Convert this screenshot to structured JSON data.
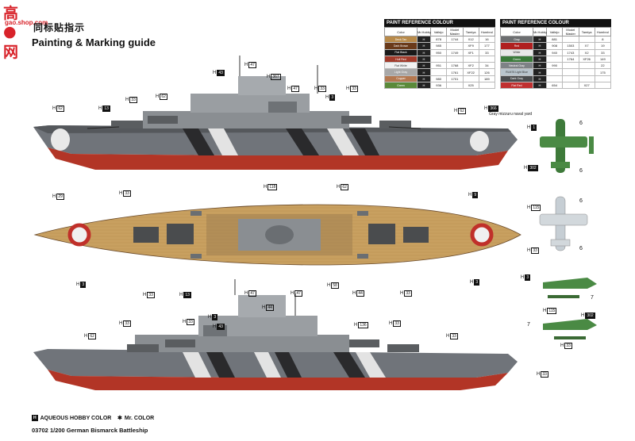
{
  "watermark": {
    "main": "高●网",
    "sub": "gao.shop.com"
  },
  "header": {
    "title_cn": "同标贴指示",
    "title_en": "Painting & Marking guide"
  },
  "ref_title": "PAINT REFERENCE COLOUR",
  "ref_columns": [
    "Color",
    "Mr.Hobby",
    "Vallejo",
    "Model Master",
    "Tamiya",
    "Humbrol"
  ],
  "ref_left": [
    {
      "name": "Deck Tan",
      "hex": "#b88a4a",
      "hobby": "H",
      "mr": "",
      "v": "878",
      "mm": "1744",
      "t": "X12",
      "h": "16"
    },
    {
      "name": "Dark Brown",
      "hex": "#6a3a1a",
      "hobby": "H",
      "mr": "",
      "v": "985",
      "mm": "",
      "t": "XF9",
      "h": "177"
    },
    {
      "name": "Flat Black",
      "hex": "#1a1a1a",
      "hobby": "H",
      "mr": "",
      "v": "950",
      "mm": "1749",
      "t": "XF1",
      "h": "33"
    },
    {
      "name": "Hull Red",
      "hex": "#a13a2a",
      "hobby": "H",
      "mr": "",
      "v": "",
      "mm": "",
      "t": "",
      "h": ""
    },
    {
      "name": "Flat White",
      "hex": "#f2f2f2",
      "hobby": "H",
      "mr": "",
      "v": "951",
      "mm": "1768",
      "t": "XF2",
      "h": "34"
    },
    {
      "name": "Light Gray",
      "hex": "#a8a8a8",
      "hobby": "H",
      "mr": "",
      "v": "",
      "mm": "1761",
      "t": "XF22",
      "h": "126"
    },
    {
      "name": "Copper",
      "hex": "#b47850",
      "hobby": "H",
      "mr": "",
      "v": "980",
      "mm": "1701",
      "t": "",
      "h": "189"
    },
    {
      "name": "Green",
      "hex": "#5a8a3a",
      "hobby": "H",
      "mr": "",
      "v": "936",
      "mm": "",
      "t": "X25",
      "h": ""
    }
  ],
  "ref_right": [
    {
      "name": "Gray",
      "hex": "#6c6e70",
      "hobby": "H",
      "mr": "",
      "v": "881",
      "mm": "",
      "t": "",
      "h": "8"
    },
    {
      "name": "Red",
      "hex": "#b02020",
      "hobby": "H",
      "mr": "",
      "v": "908",
      "mm": "1503",
      "t": "X7",
      "h": "19"
    },
    {
      "name": "White",
      "hex": "#e8e8e8",
      "hobby": "H",
      "mr": "",
      "v": "940",
      "mm": "1743",
      "t": "X2",
      "h": "33"
    },
    {
      "name": "Green",
      "hex": "#3a7a3a",
      "hobby": "H",
      "mr": "",
      "v": "",
      "mm": "1764",
      "t": "XF26",
      "h": "149"
    },
    {
      "name": "Neutral Gray",
      "hex": "#7e8286",
      "hobby": "H",
      "mr": "",
      "v": "990",
      "mm": "",
      "t": "",
      "h": "22"
    },
    {
      "name": "RLM76 Light Blue",
      "hex": "#b8c4cc",
      "hobby": "H",
      "mr": "",
      "v": "",
      "mm": "",
      "t": "",
      "h": "175"
    },
    {
      "name": "Dark Gray",
      "hex": "#4a4c4e",
      "hobby": "H",
      "mr": "",
      "v": "",
      "mm": "",
      "t": "",
      "h": ""
    },
    {
      "name": "Flat Red",
      "hex": "#c03030",
      "hobby": "H",
      "mr": "",
      "v": "654",
      "mm": "",
      "t": "X27",
      "h": ""
    }
  ],
  "callouts": {
    "a": {
      "h": "H",
      "n": "62"
    },
    "b": {
      "h": "H",
      "n": "13"
    },
    "c": {
      "h": "H",
      "n": "33"
    },
    "d": {
      "h": "H",
      "n": "43"
    },
    "e": {
      "h": "H",
      "n": "47"
    },
    "f": {
      "h": "H",
      "n": "367"
    },
    "g": {
      "h": "H",
      "n": "3"
    },
    "i": {
      "h": "H",
      "n": "29"
    },
    "j": {
      "h": "H",
      "n": "9"
    },
    "k": {
      "h": "H",
      "n": "118"
    },
    "l": {
      "h": "H",
      "n": "58"
    },
    "m": {
      "h": "H",
      "n": "44"
    },
    "n": {
      "h": "H",
      "n": "136"
    },
    "o": {
      "h": "H",
      "n": "302"
    },
    "p": {
      "h": "H",
      "n": "115"
    },
    "q": {
      "h": "H",
      "n": "366"
    }
  },
  "note_gray": "Gray mizzuru naval yard",
  "plane_nums": [
    "6",
    "6",
    "6",
    "6",
    "7",
    "7"
  ],
  "legend": {
    "aqueous": "AQUEOUS HOBBY COLOR",
    "mr": "Mr. COLOR",
    "h_mark": "H",
    "star": "✱"
  },
  "footer": "03702 1/200 German Bismarck Battleship",
  "colors": {
    "hull_red": "#b23526",
    "hull_gray": "#767a7e",
    "deck": "#c49a5a",
    "dark": "#2a2a2c",
    "light": "#d8dadb"
  }
}
